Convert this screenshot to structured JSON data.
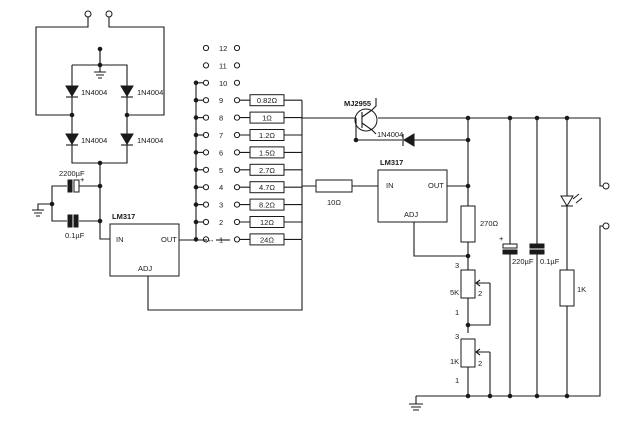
{
  "diodes": {
    "d1": "1N4004",
    "d2": "1N4004",
    "d3": "1N4004",
    "d4": "1N4004",
    "d5": "1N4004"
  },
  "capacitors": {
    "c_in_large": "2200µF",
    "c_in_small": "0.1µF",
    "c_out_large": "220µF",
    "c_out_small": "0.1µF"
  },
  "regulators": {
    "left_name": "LM317",
    "right_name": "LM317",
    "pin_in": "IN",
    "pin_out": "OUT",
    "pin_adj": "ADJ"
  },
  "transistor": "MJ2955",
  "resistors": {
    "series": "10Ω",
    "adj_fixed": "270Ω",
    "pot_coarse": "5K",
    "pot_fine": "1K",
    "led_resistor": "1K"
  },
  "pot_pins": {
    "p1": "1",
    "p2": "2",
    "p3": "3"
  },
  "switch_positions": [
    {
      "num": "12",
      "value": ""
    },
    {
      "num": "11",
      "value": ""
    },
    {
      "num": "10",
      "value": ""
    },
    {
      "num": "9",
      "value": "0.82Ω"
    },
    {
      "num": "8",
      "value": "1Ω"
    },
    {
      "num": "7",
      "value": "1.2Ω"
    },
    {
      "num": "6",
      "value": "1.5Ω"
    },
    {
      "num": "5",
      "value": "2.7Ω"
    },
    {
      "num": "4",
      "value": "4.7Ω"
    },
    {
      "num": "3",
      "value": "8.2Ω"
    },
    {
      "num": "2",
      "value": "12Ω"
    },
    {
      "num": "1",
      "value": "24Ω"
    }
  ],
  "plus_sign": "+"
}
